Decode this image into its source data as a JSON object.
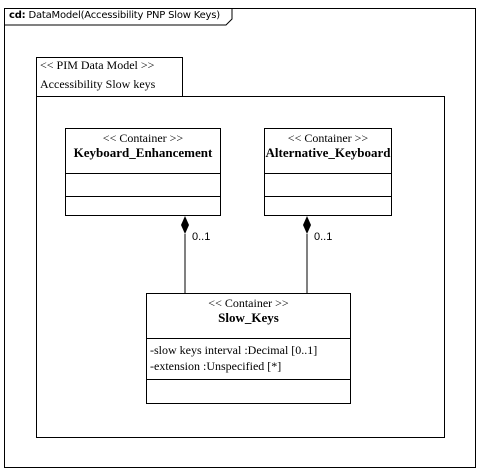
{
  "frame": {
    "kind": "cd:",
    "title": "DataModel(Accessibility PNP Slow Keys)"
  },
  "package": {
    "stereotype": "<< PIM Data Model >>",
    "name": "Accessibility Slow keys"
  },
  "classes": {
    "keyboard_enhancement": {
      "stereotype": "<< Container >>",
      "name": "Keyboard_Enhancement"
    },
    "alternative_keyboard": {
      "stereotype": "<< Container >>",
      "name": "Alternative_Keyboard"
    },
    "slow_keys": {
      "stereotype": "<< Container >>",
      "name": "Slow_Keys",
      "attributes": [
        "-slow keys interval   :Decimal [0..1]",
        "-extension :Unspecified [*]"
      ]
    }
  },
  "associations": {
    "left_multiplicity": "0..1",
    "right_multiplicity": "0..1"
  }
}
